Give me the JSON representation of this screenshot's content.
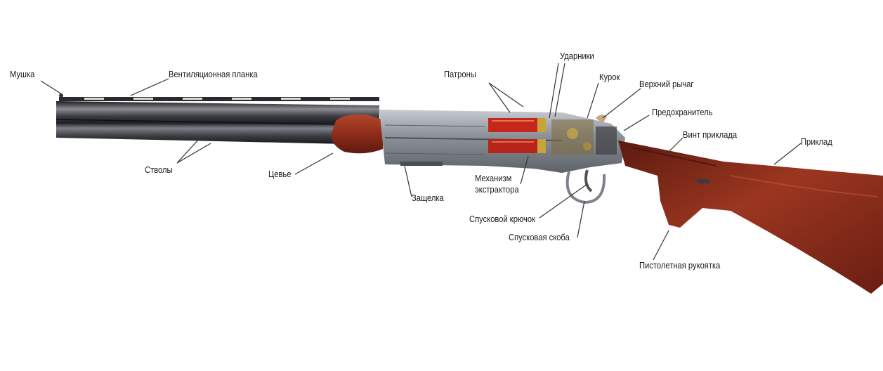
{
  "labels": {
    "mushka": "Мушка",
    "vent_rib": "Вентиляционная планка",
    "barrels": "Стволы",
    "forend": "Цевье",
    "latch": "Защелка",
    "cartridges": "Патроны",
    "firing_pins": "Ударники",
    "hammer": "Курок",
    "top_lever": "Верхний рычаг",
    "safety": "Предохранитель",
    "stock_screw": "Винт приклада",
    "stock": "Приклад",
    "extractor_line1": "Механизм",
    "extractor_line2": "экстрактора",
    "trigger": "Спусковой крючок",
    "trigger_guard": "Спусковая скоба",
    "pistol_grip": "Пистолетная рукоятка"
  },
  "colors": {
    "barrel_dark": "#2a2a2e",
    "barrel_mid": "#6f7176",
    "receiver": "#9a9fa6",
    "wood": "#8a2a1a",
    "wood_light": "#b04a2c",
    "cartridge": "#c0281c",
    "brass": "#c9a23a",
    "leader": "#333333"
  }
}
